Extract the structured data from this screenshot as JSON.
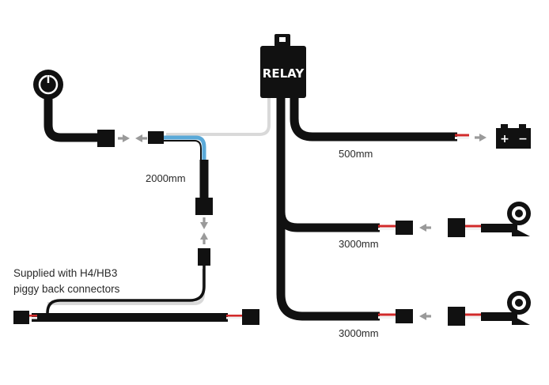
{
  "relay": {
    "label": "RELAY"
  },
  "labels": {
    "battery_cable": "500mm",
    "switch_cable": "2000mm",
    "light_cable_upper": "3000mm",
    "light_cable_lower": "3000mm"
  },
  "note": {
    "line1": "Supplied with H4/HB3",
    "line2": "piggy back connectors"
  },
  "battery": {
    "plus": "+",
    "minus": "−"
  },
  "colors": {
    "cable": "#111111",
    "trace_grey": "#d9d9d9",
    "wire_blue": "#5aa9d8",
    "wire_red": "#d12a2a",
    "arrow": "#9a9a9a"
  }
}
